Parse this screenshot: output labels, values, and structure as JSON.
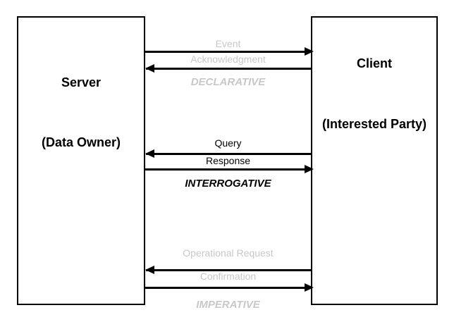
{
  "diagram": {
    "colors": {
      "background": "#ffffff",
      "line": "#000000",
      "muted_text": "#c8c8c8",
      "active_text": "#000000"
    },
    "left_box": {
      "title": "Server",
      "subtitle": "(Data Owner)"
    },
    "right_box": {
      "title": "Client",
      "subtitle": "(Interested Party)"
    },
    "sections": [
      {
        "category": "DECLARATIVE",
        "state": "muted",
        "messages": [
          {
            "label": "Event",
            "direction": "to-client"
          },
          {
            "label": "Acknowledgment",
            "direction": "to-server"
          }
        ]
      },
      {
        "category": "INTERROGATIVE",
        "state": "active",
        "messages": [
          {
            "label": "Query",
            "direction": "to-server"
          },
          {
            "label": "Response",
            "direction": "to-client"
          }
        ]
      },
      {
        "category": "IMPERATIVE",
        "state": "muted",
        "messages": [
          {
            "label": "Operational Request",
            "direction": "to-server"
          },
          {
            "label": "Confirmation",
            "direction": "to-client"
          }
        ]
      }
    ]
  }
}
